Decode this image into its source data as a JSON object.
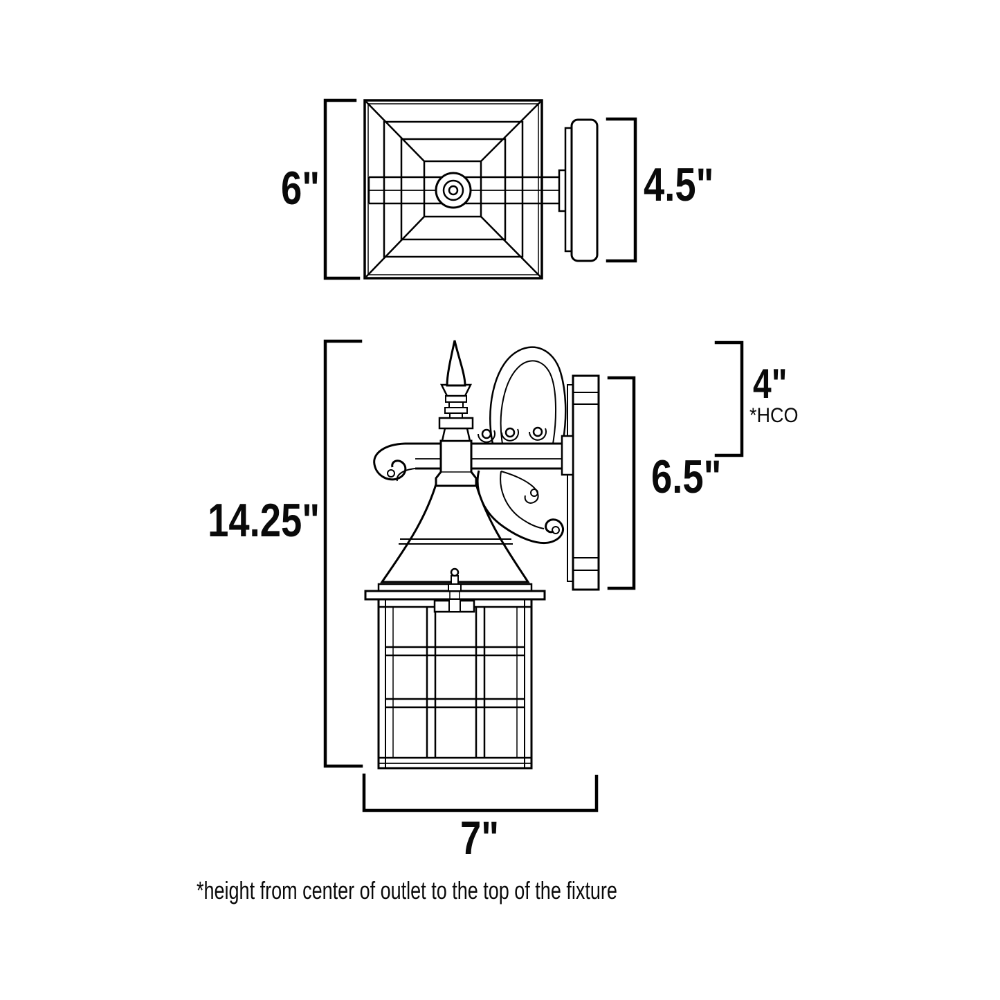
{
  "title": "Outdoor wall lantern dimension diagram",
  "colors": {
    "background": "#ffffff",
    "line": "#000000",
    "text": "#0a0a0a"
  },
  "top_view": {
    "description": "canopy and backplate seen from above",
    "width_label": "6\"",
    "depth_label": "4.5\""
  },
  "side_view": {
    "description": "lantern fixture seen from the side",
    "height_label": "14.25\"",
    "hco_label": "4\"",
    "hco_note": "*HCO",
    "backplate_label": "6.5\"",
    "depth_label": "7\""
  },
  "footnote": "*height from center of outlet to the top of the fixture"
}
